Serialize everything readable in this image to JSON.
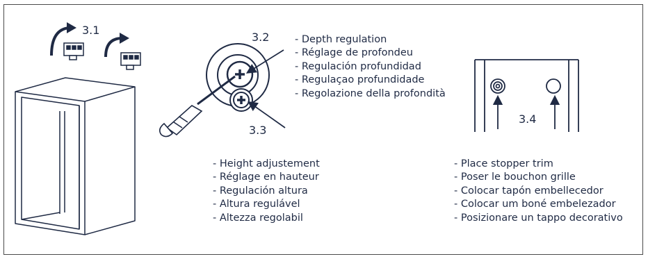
{
  "steps": {
    "s31": "3.1",
    "s32": "3.2",
    "s33": "3.3",
    "s34": "3.4"
  },
  "depth_list": [
    "- Depth regulation",
    "- Réglage de profondeu",
    "- Regulación profundidad",
    "- Regulaçao profundidade",
    "- Regolazione della profondità"
  ],
  "height_list": [
    "- Height adjustement",
    "- Réglage en hauteur",
    "- Regulación altura",
    "- Altura regulável",
    "- Altezza regolabil"
  ],
  "stopper_list": [
    "- Place stopper trim",
    "- Poser le bouchon grille",
    "- Colocar tapón embellecedor",
    "- Colocar um boné embelezador",
    "- Posizionare un tappo decorativo"
  ],
  "colors": {
    "ink": "#1f2a44",
    "frame": "#4a4a4a"
  }
}
